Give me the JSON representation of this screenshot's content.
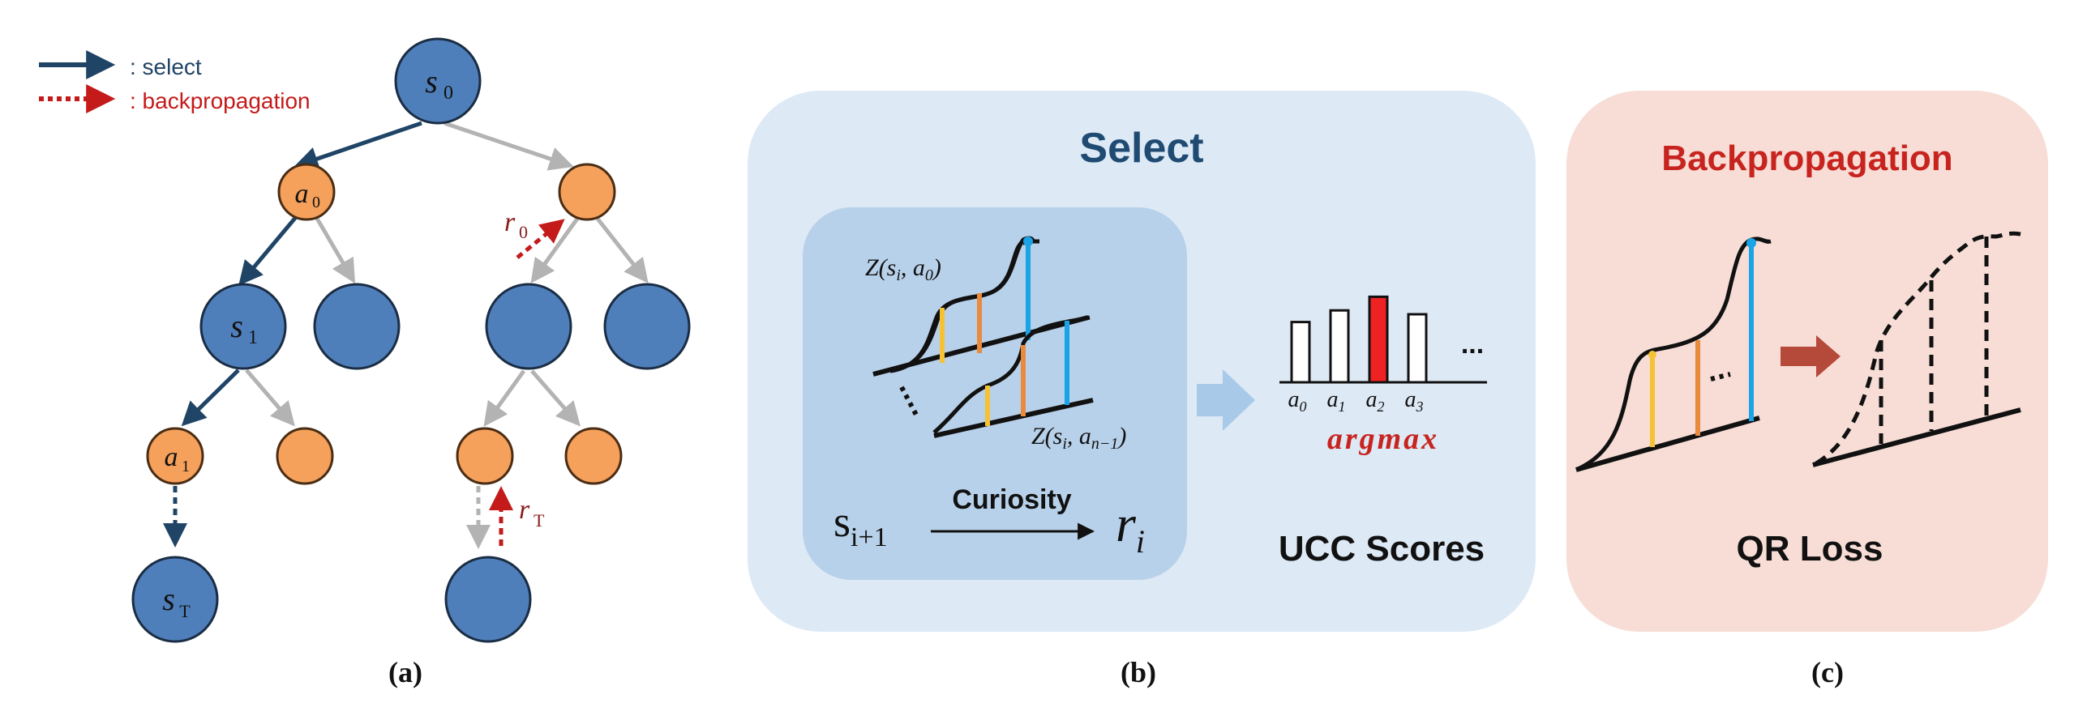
{
  "legend": {
    "select": ": select",
    "backprop": ": backpropagation"
  },
  "tree": {
    "s0": "s",
    "s0_sub": "0",
    "a0": "a",
    "a0_sub": "0",
    "s1": "s",
    "s1_sub": "1",
    "a1": "a",
    "a1_sub": "1",
    "sT": "s",
    "sT_sub": "T",
    "r0": "r",
    "r0_sub": "0",
    "rT": "r",
    "rT_sub": "T"
  },
  "panel_b": {
    "title": "Select",
    "z_top": "Z(s",
    "z_top_sub": "i",
    "z_top_rest": ", a",
    "z_top_sub2": "0",
    "z_bottom": "Z(s",
    "z_bottom_sub": "i",
    "z_bottom_rest": ", a",
    "z_bottom_sub2": "n−1",
    "close": ")",
    "s_next": "s",
    "s_next_sub": "i+1",
    "curiosity": "Curiosity",
    "r_i": "r",
    "r_i_sub": "i",
    "ucc": "UCC Scores",
    "argmax": "argmax",
    "ellipsis": "...",
    "bar_labels": [
      {
        "base": "a",
        "sub": "0"
      },
      {
        "base": "a",
        "sub": "1"
      },
      {
        "base": "a",
        "sub": "2"
      },
      {
        "base": "a",
        "sub": "3"
      }
    ]
  },
  "panel_c": {
    "title": "Backpropagation",
    "loss": "QR Loss"
  },
  "captions": [
    "(a)",
    "(b)",
    "(c)"
  ],
  "colors": {
    "node_blue": "#4f7fba",
    "node_orange": "#f5a05b",
    "arrow_navy": "#1f4466",
    "arrow_red": "#c41a1a",
    "panel_b_bg": "#dde9f5",
    "panel_b_inner": "#b8d1ea",
    "panel_c_bg": "#f7ddd6",
    "select_title": "#1f4b73",
    "backprop_title": "#c8241f",
    "bar_highlight": "#ee2222",
    "argmax_red": "#c8241f",
    "yellow_line": "#f5c236",
    "orange_line": "#ea8a3c",
    "cyan_line": "#1aa3e6"
  },
  "ucc_bars": [
    {
      "value": 0.62
    },
    {
      "value": 0.74
    },
    {
      "value": 0.88,
      "highlight": true
    },
    {
      "value": 0.7
    }
  ]
}
